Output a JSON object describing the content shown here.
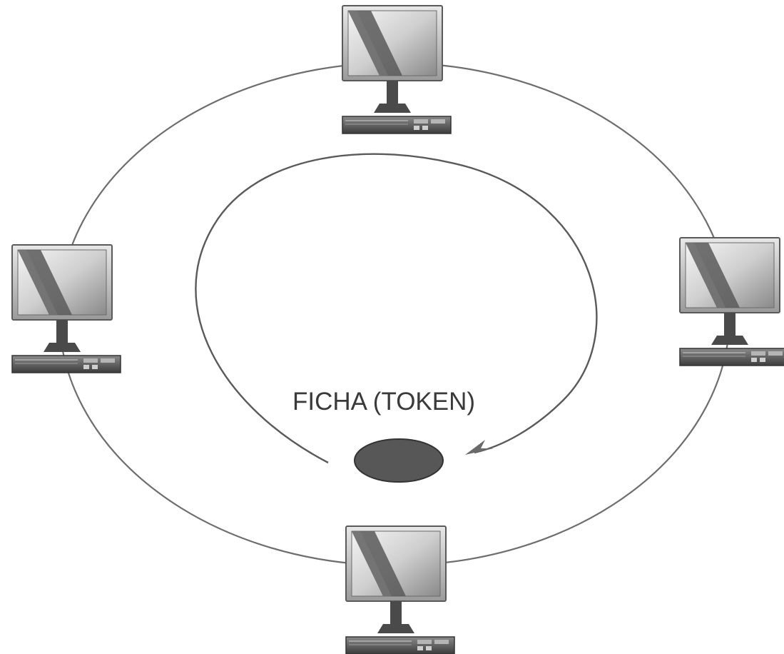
{
  "diagram": {
    "token_label": "FICHA (TOKEN)",
    "nodes": [
      {
        "name": "computer-top"
      },
      {
        "name": "computer-left"
      },
      {
        "name": "computer-right"
      },
      {
        "name": "computer-bottom"
      }
    ]
  },
  "colors": {
    "background": "#ffffff",
    "ring_line": "#6e6e6e",
    "token_fill": "#575757",
    "computer_dark": "#4a4a4a",
    "screen_light": "#d6d6d6"
  }
}
